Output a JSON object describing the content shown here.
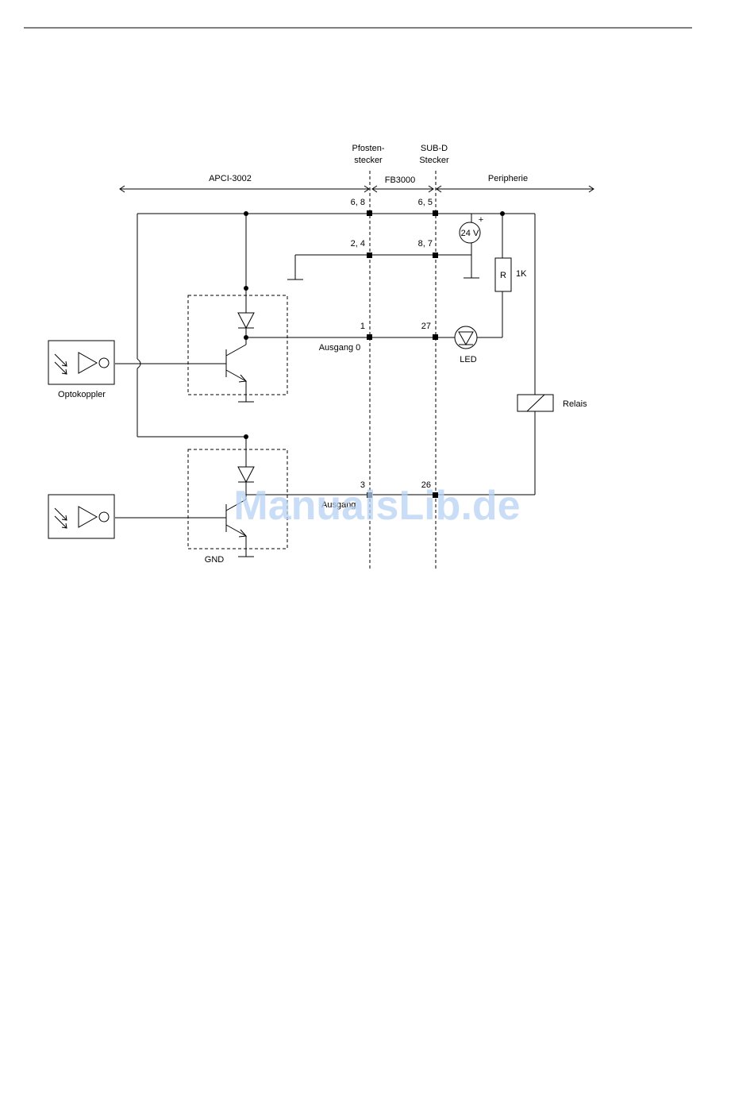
{
  "diagram": {
    "headers": {
      "pfosten_line1": "Pfosten-",
      "pfosten_line2": "stecker",
      "subd_line1": "SUB-D",
      "subd_line2": "Stecker"
    },
    "sections": {
      "apci": "APCI-3002",
      "fb": "FB3000",
      "peripherie": "Peripherie"
    },
    "pins": {
      "p68": "6, 8",
      "s65": "6, 5",
      "p24": "2, 4",
      "s87": "8, 7",
      "p1": "1",
      "s27": "27",
      "p3": "3",
      "s26": "26"
    },
    "signals": {
      "ausgang0": "Ausgang 0",
      "ausgang1": "Ausgang"
    },
    "components": {
      "voltage": "24 V",
      "plus": "+",
      "resistor": "R",
      "resistor_value": "1K",
      "led": "LED",
      "relais": "Relais",
      "optokoppler": "Optokoppler",
      "gnd": "GND"
    },
    "watermark": "ManualsLib.de"
  }
}
